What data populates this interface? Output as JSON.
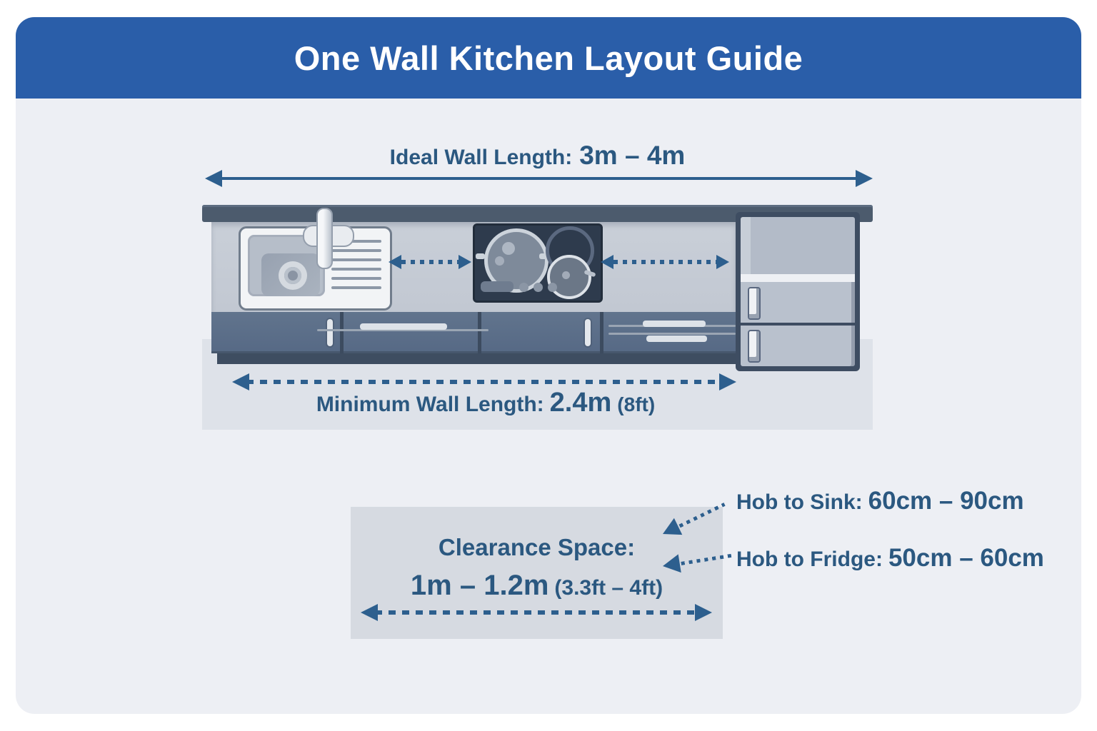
{
  "header": {
    "title": "One Wall Kitchen Layout Guide"
  },
  "measurements": {
    "ideal_wall": {
      "label": "Ideal Wall Length:",
      "value": "3m – 4m"
    },
    "minimum_wall": {
      "label": "Minimum Wall Length:",
      "value": "2.4m",
      "note": "(8ft)"
    },
    "clearance": {
      "label": "Clearance Space:",
      "value": "1m – 1.2m",
      "note": "(3.3ft – 4ft)"
    },
    "hob_to_sink": {
      "label": "Hob to Sink:",
      "value": "60cm – 90cm"
    },
    "hob_to_fridge": {
      "label": "Hob to Fridge:",
      "value": "50cm – 60cm"
    }
  },
  "colors": {
    "header_bg": "#2a5ea9",
    "body_bg": "#edeff4",
    "text_navy": "#2b5880",
    "arrow_blue": "#2d5f8e",
    "countertop": "#4c5b6d",
    "cabinet_front": "#5d7089"
  },
  "illustration": {
    "parts": [
      "countertop",
      "sink",
      "hob",
      "fridge",
      "base-cabinets",
      "floor-shadow"
    ]
  }
}
